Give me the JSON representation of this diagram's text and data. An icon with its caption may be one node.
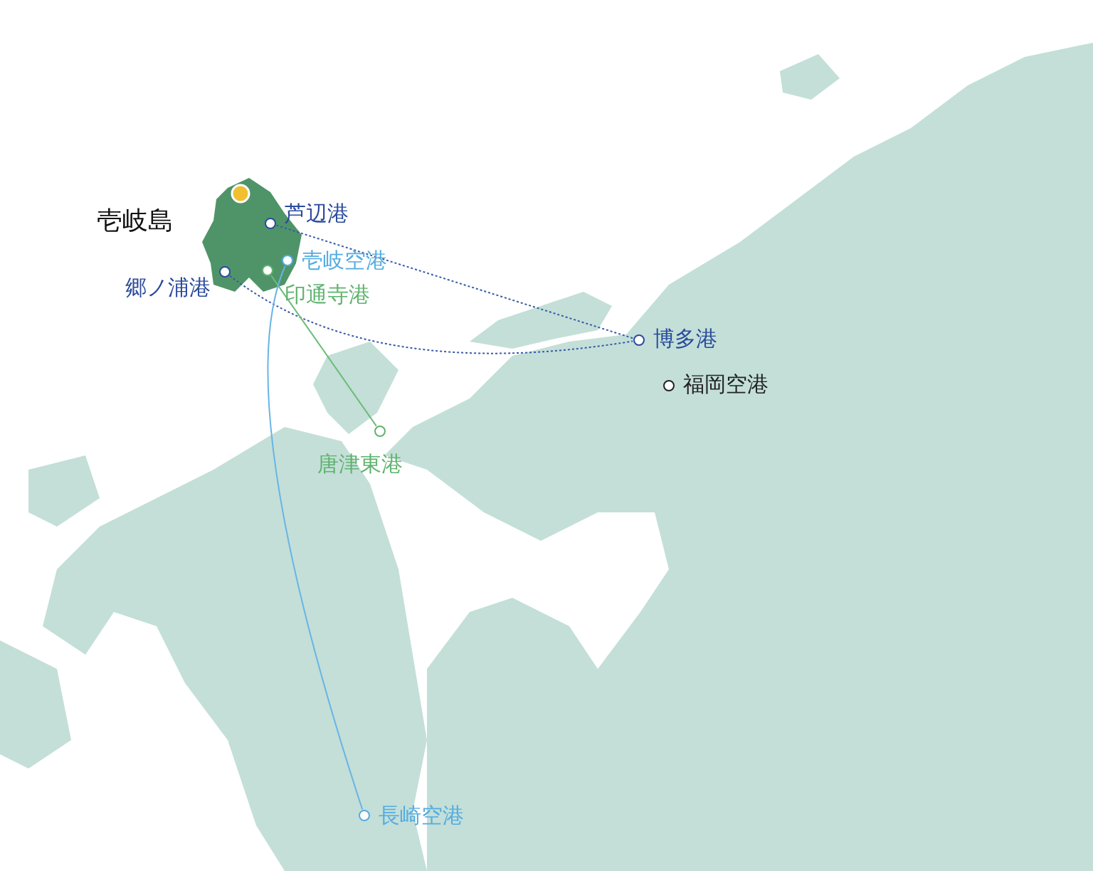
{
  "diagram": {
    "nodes": [
      {
        "text": [],
        "shape": "circle",
        "beside": [
          "芦辺港"
        ]
      },
      {
        "text": [],
        "shape": "circle",
        "beside": [
          "壱岐空港"
        ]
      },
      {
        "text": [],
        "shape": "circle",
        "beside": [
          "郷ノ浦港"
        ]
      },
      {
        "text": [],
        "shape": "circle",
        "beside": [
          "印通寺港"
        ]
      },
      {
        "text": [],
        "shape": "circle",
        "beside": [
          "博多港"
        ]
      },
      {
        "text": [],
        "shape": "circle",
        "beside": [
          "福岡空港"
        ]
      },
      {
        "text": [],
        "shape": "circle",
        "beside": [
          "唐津東港"
        ]
      },
      {
        "text": [],
        "shape": "circle",
        "beside": [
          "長崎空港"
        ]
      }
    ],
    "edges": [
      {
        "from": 0,
        "to": 4,
        "arrow": "none",
        "style": "dashed",
        "color": "#3a5aa8"
      },
      {
        "from": 2,
        "to": 4,
        "arrow": "none",
        "style": "dashed",
        "color": "#3a5aa8"
      },
      {
        "from": 3,
        "to": 6,
        "arrow": "none",
        "color": "#6cbb78"
      },
      {
        "from": 1,
        "to": 7,
        "arrow": "none",
        "color": "#68b4e4"
      }
    ],
    "labels": [
      "壱岐島"
    ]
  }
}
